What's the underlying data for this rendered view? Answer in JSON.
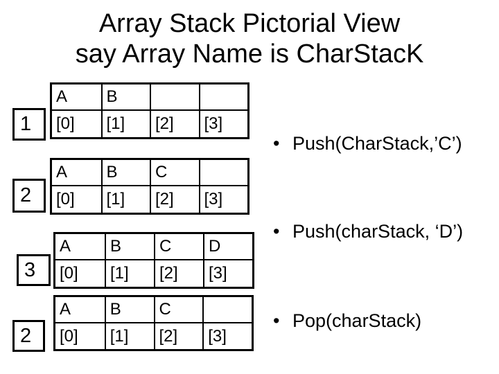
{
  "title": {
    "line1": "Array Stack Pictorial View",
    "line2": "say Array Name is CharStacK"
  },
  "ui": {
    "bullet_marker": "•"
  },
  "colors": {
    "background": "#ffffff",
    "text": "#000000",
    "border": "#000000"
  },
  "stacks": [
    {
      "count": "1",
      "cells": [
        "A",
        "B",
        "",
        ""
      ],
      "indices": [
        "[0]",
        "[1]",
        "[2]",
        "[3]"
      ]
    },
    {
      "count": "2",
      "cells": [
        "A",
        "B",
        "C",
        ""
      ],
      "indices": [
        "[0]",
        "[1]",
        "[2]",
        "[3]"
      ]
    },
    {
      "count": "3",
      "cells": [
        "A",
        "B",
        "C",
        "D"
      ],
      "indices": [
        "[0]",
        "[1]",
        "[2]",
        "[3]"
      ]
    },
    {
      "count": "2",
      "cells": [
        "A",
        "B",
        "C",
        ""
      ],
      "indices": [
        "[0]",
        "[1]",
        "[2]",
        "[3]"
      ]
    }
  ],
  "bullets": [
    "Push(CharStack,’C’)",
    "Push(charStack, ‘D’)",
    "Pop(charStack)"
  ]
}
